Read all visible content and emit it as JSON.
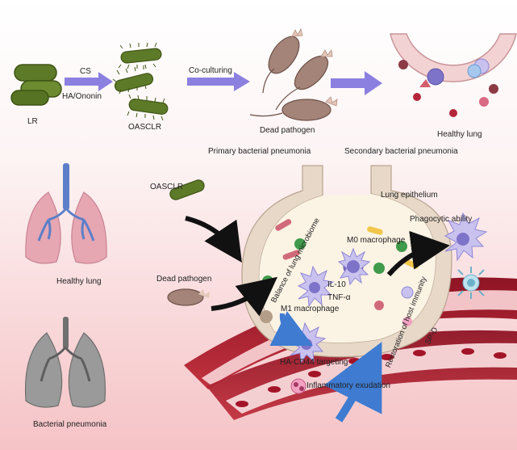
{
  "top_flow": {
    "lr_label": "LR",
    "arrow1_top": "CS",
    "arrow1_bottom": "HA/Ononin",
    "oasclr_label": "OASCLR",
    "arrow2_top": "Co-culturing",
    "dead_pathogen_label": "Dead pathogen",
    "healthy_lung_label": "Healthy lung"
  },
  "section_titles": {
    "primary": "Primary bacterial pneumonia",
    "secondary": "Secondary bacterial pneumonia"
  },
  "left_panel": {
    "healthy_lung": "Healthy lung",
    "bacterial_pneumonia": "Bacterial pneumonia"
  },
  "alveolus": {
    "oasclr": "OASCLR",
    "dead_pathogen": "Dead pathogen",
    "lung_epithelium": "Lung epithelium",
    "balance": "Balance of lung microbiome",
    "m0": "M0 macrophage",
    "il10": "IL-10",
    "tnf": "TNF-α",
    "m1": "M1 macrophage",
    "ha_cd44": "HA-CD44 targeting",
    "restoration": "Restoration of host immunity",
    "spd": "SP-D",
    "phagocytic": "Phagocytic ability",
    "inflammatory": "Inflammatory exudation"
  },
  "colors": {
    "bacteria_green": "#5a7a2a",
    "pathogen_brown": "#9c7a6e",
    "arrow_purple": "#8b7fe0",
    "vessel_red": "#b3263a",
    "lung_pink": "#e6a7b2",
    "lung_gray": "#8c8c8c",
    "airway_blue": "#5d7fc9",
    "macrophage_purple": "#8f86d6",
    "arrow_blue": "#3e7bd1"
  },
  "icons": [
    "lr-bacteria-icon",
    "oasclr-icon",
    "pathogen-icon",
    "alveolus-icon",
    "healthy-lung-icon",
    "diseased-lung-icon",
    "macrophage-icon",
    "blood-vessel-icon"
  ]
}
